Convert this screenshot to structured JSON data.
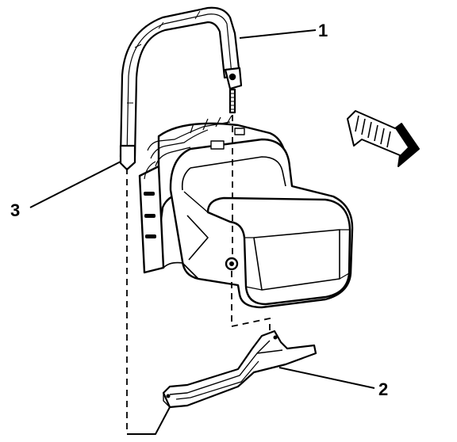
{
  "callouts": {
    "strap_front": "1",
    "bracket": "2",
    "strap_rear": "3"
  },
  "colors": {
    "ink": "#000000",
    "paper": "#ffffff",
    "shade": "#d9d9d9"
  }
}
